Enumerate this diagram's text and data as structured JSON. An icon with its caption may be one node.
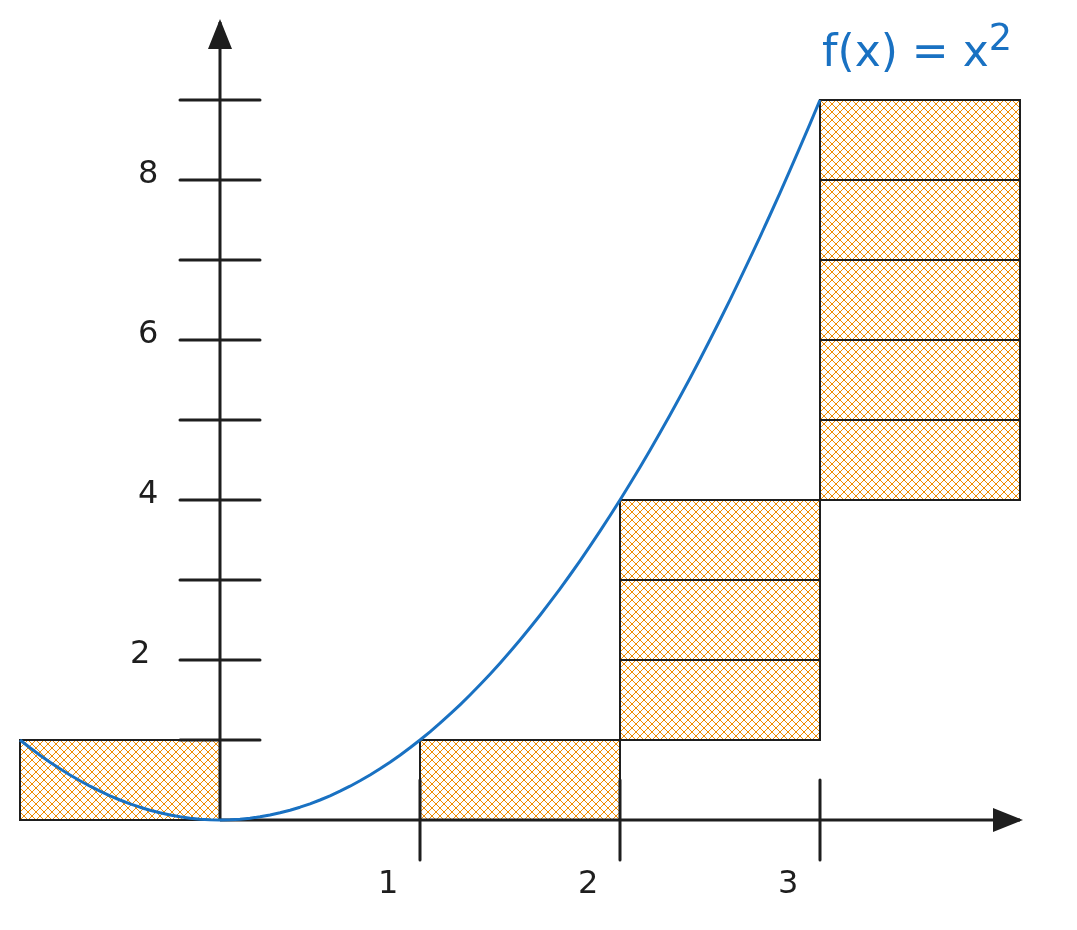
{
  "diagram": {
    "labels": [
      "f(x) = x$^{2}$",
      "8",
      "6",
      "4",
      "2",
      "1",
      "2",
      "3"
    ]
  }
}
